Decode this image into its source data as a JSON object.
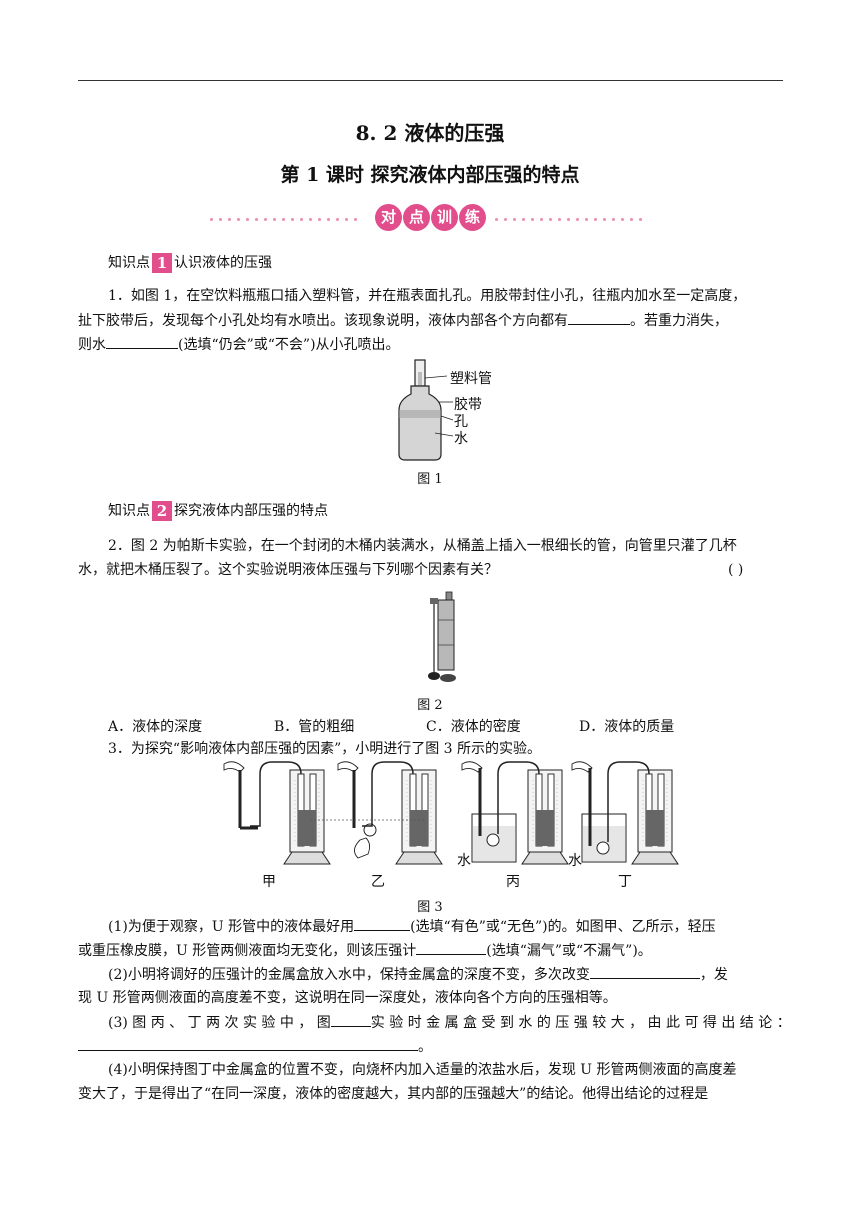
{
  "header": {
    "section_title": "8. 2  液体的压强",
    "lesson_title": "第 1 课时    探究液体内部压强的特点",
    "banner_chars": [
      "对",
      "点",
      "训",
      "练"
    ]
  },
  "kp1": {
    "prefix": "知识点",
    "num": "1",
    "text": "认识液体的压强"
  },
  "q1": {
    "line1": "1．如图 1，在空饮料瓶瓶口插入塑料管，并在瓶表面扎孔。用胶带封住小孔，往瓶内加水至一定高度，",
    "line2": "扯下胶带后，发现每个小孔处均有水喷出。该现象说明，液体内部各个方向都有",
    "line2b": "。若重力消失，",
    "line3a": "则水",
    "line3b": "(选填“仍会”或“不会”)从小孔喷出。"
  },
  "fig1": {
    "labels": [
      "塑料管",
      "胶带",
      "孔",
      "水"
    ],
    "caption": "图 1"
  },
  "kp2": {
    "prefix": "知识点",
    "num": "2",
    "text": "探究液体内部压强的特点"
  },
  "q2": {
    "line1": "2．图 2 为帕斯卡实验，在一个封闭的木桶内装满水，从桶盖上插入一根细长的管，向管里只灌了几杯",
    "line2": "水，就把木桶压裂了。这个实验说明液体压强与下列哪个因素有关？",
    "bracket": "(      )"
  },
  "fig2": {
    "caption": "图 2"
  },
  "options": [
    "A．液体的深度",
    "B．管的粗细",
    "C．液体的密度",
    "D．液体的质量"
  ],
  "q3": {
    "intro": "3．为探究“影响液体内部压强的因素”，小明进行了图 3 所示的实验。",
    "p1a": "(1)为便于观察，U 形管中的液体最好用",
    "p1b": "(选填“有色”或“无色”)的。如图甲、乙所示，轻压",
    "p1c": "或重压橡皮膜，U 形管两侧液面均无变化，则该压强计",
    "p1d": "(选填“漏气”或“不漏气”)。",
    "p2a": "(2)小明将调好的压强计的金属盒放入水中，保持金属盒的深度不变，多次改变",
    "p2b": "，发",
    "p2c": "现 U 形管两侧液面的高度差不变，这说明在同一深度处，液体向各个方向的压强相等。",
    "p3a": "(3) 图 丙 、 丁 两 次 实 验 中 ， 图",
    "p3b": "实 验 时 金 属 盒 受 到 水 的 压 强 较 大 ， 由 此 可 得 出 结 论 ：",
    "p3c": "。",
    "p4a": "(4)小明保持图丁中金属盒的位置不变，向烧杯内加入适量的浓盐水后，发现 U 形管两侧液面的高度差",
    "p4b": "变大了，于是得出了“在同一深度，液体的密度越大，其内部的压强越大”的结论。他得出结论的过程是"
  },
  "fig3": {
    "labels": [
      "甲",
      "乙",
      "丙",
      "丁"
    ],
    "water_label": "水",
    "caption": "图 3"
  }
}
